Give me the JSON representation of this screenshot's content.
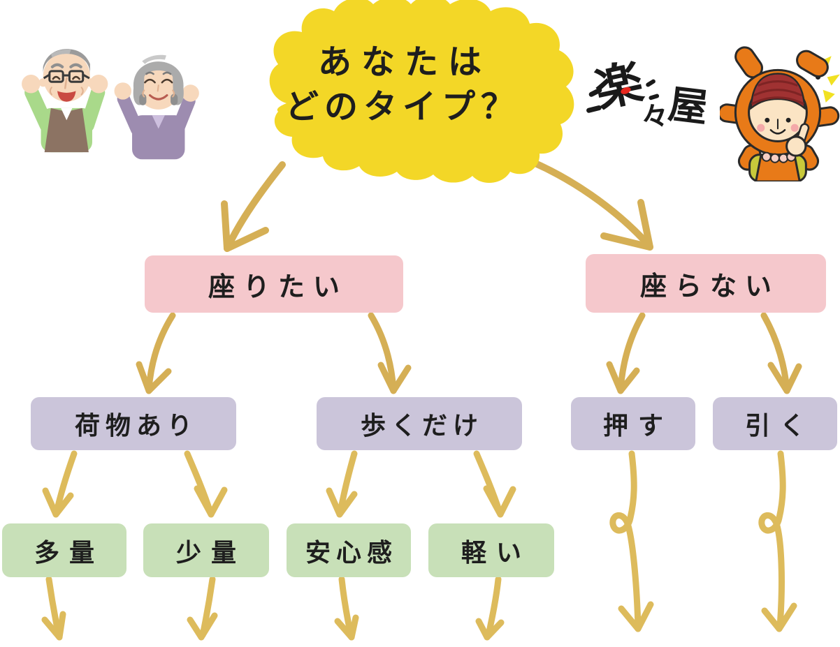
{
  "header": {
    "question_line1": "あなたは",
    "question_line2": "どのタイプ？",
    "brand": "楽々屋",
    "brand_chars": {
      "c1": "楽",
      "c2": "々",
      "c3": "屋"
    }
  },
  "nodes": {
    "sit": "座りたい",
    "no_sit": "座らない",
    "luggage": "荷物あり",
    "walk_only": "歩くだけ",
    "push": "押す",
    "pull": "引く",
    "large": "多量",
    "small": "少量",
    "security": "安心感",
    "light": "軽い"
  },
  "icons": {
    "elderly_couple": "elderly-couple-cheering-illustration",
    "mascot": "orange-mascot-thumbs-up-illustration",
    "bubble": "yellow-question-cloud",
    "arrows": "hand-drawn-gold-arrows"
  },
  "colors": {
    "bubble_yellow": "#F3D727",
    "level1_pink": "#F5C8CC",
    "level2_purple": "#CBC5DA",
    "level3_green": "#C8E0B8",
    "arrow_gold": "#D5AF55",
    "arrow_gold_light": "#DDBB5C",
    "text_dark": "#1E1E1E",
    "logo_black": "#1A1A1A",
    "logo_red_dot": "#E8281E",
    "mascot_orange": "#E87A18",
    "skin": "#F7D8BC",
    "hair_gray": "#9B9B9B",
    "vest_brown": "#8C7363",
    "shirt_green": "#A9D98A",
    "cardigan_purple": "#9D8CB0"
  }
}
